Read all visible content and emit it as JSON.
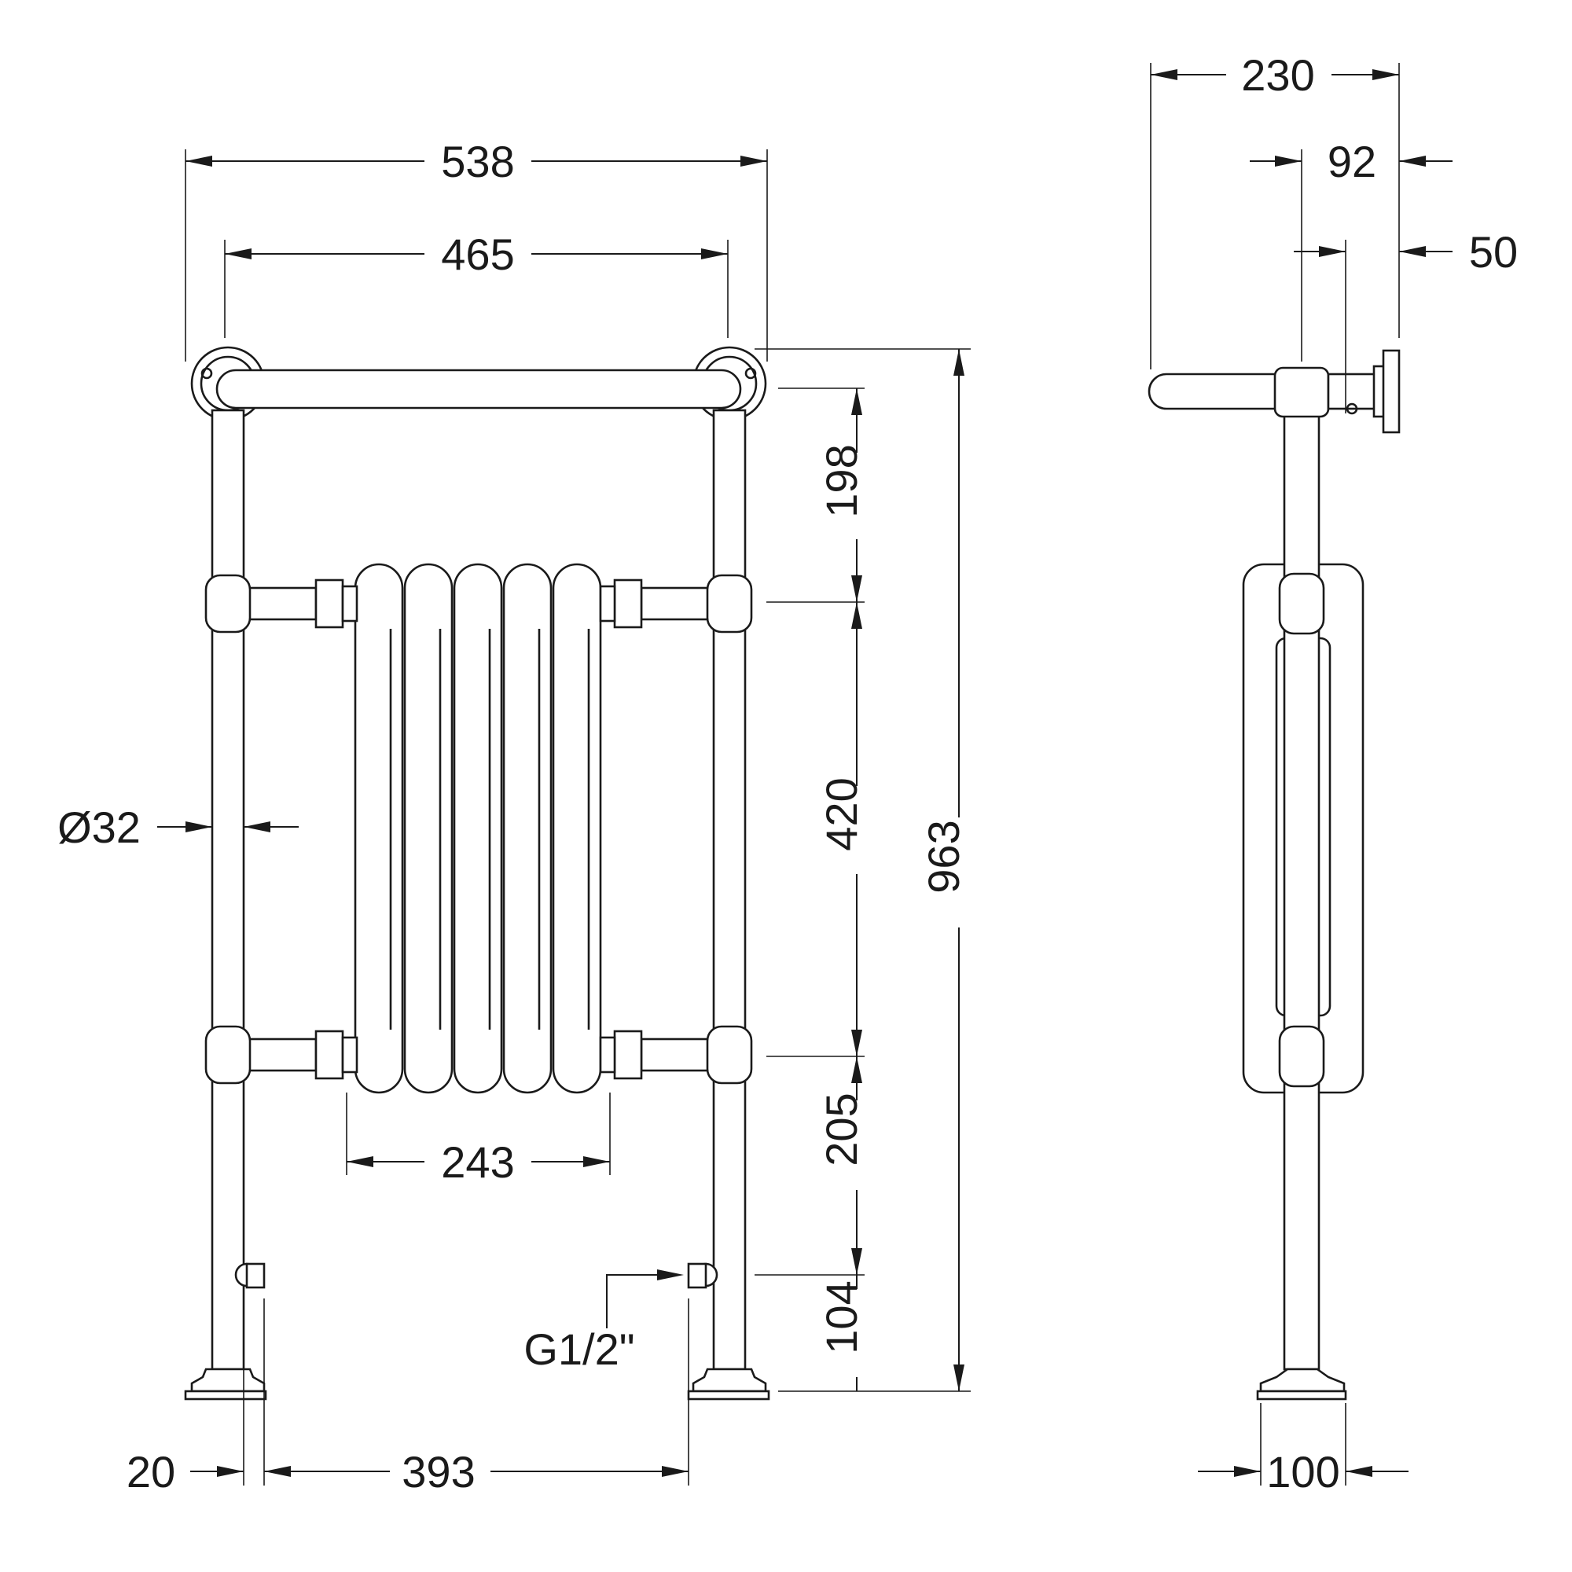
{
  "dimensions": {
    "front_overall_width": "538",
    "front_centres_width": "465",
    "radiator_width": "243",
    "leg_offset": "20",
    "valve_centres": "393",
    "pipe_diameter": "Ø32",
    "connection_thread": "G1/2\"",
    "rail_to_radiator_top": "198",
    "radiator_height": "420",
    "radiator_bottom_to_valve": "205",
    "valve_height": "104",
    "overall_height": "963",
    "side_overall_depth": "230",
    "side_wall_to_pipe": "92",
    "side_wall_to_bracket": "50",
    "side_foot_width": "100"
  }
}
